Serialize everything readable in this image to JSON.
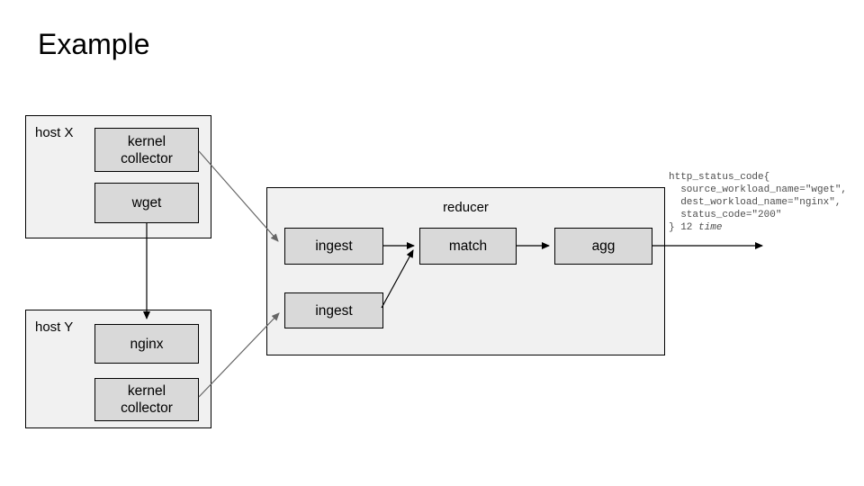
{
  "slide": {
    "title": "Example"
  },
  "host_x": {
    "label": "host X",
    "kernel_collector": "kernel\ncollector",
    "wget": "wget"
  },
  "host_y": {
    "label": "host Y",
    "nginx": "nginx",
    "kernel_collector": "kernel\ncollector"
  },
  "reducer": {
    "label": "reducer",
    "ingest_top": "ingest",
    "ingest_bottom": "ingest",
    "match": "match",
    "agg": "agg"
  },
  "annotation": {
    "lines": [
      "http_status_code{",
      "  source_workload_name=\"wget\",",
      "  dest_workload_name=\"nginx\",",
      "  status_code=\"200\""
    ],
    "result_prefix": "} 12 ",
    "result_italic": "time"
  },
  "colors": {
    "background": "#ffffff",
    "host_fill": "#f1f1f1",
    "component_fill": "#d9d9d9",
    "border": "#000000",
    "connector_gray": "#666666",
    "connector_black": "#000000",
    "annotation_text": "#4d4d4d"
  }
}
